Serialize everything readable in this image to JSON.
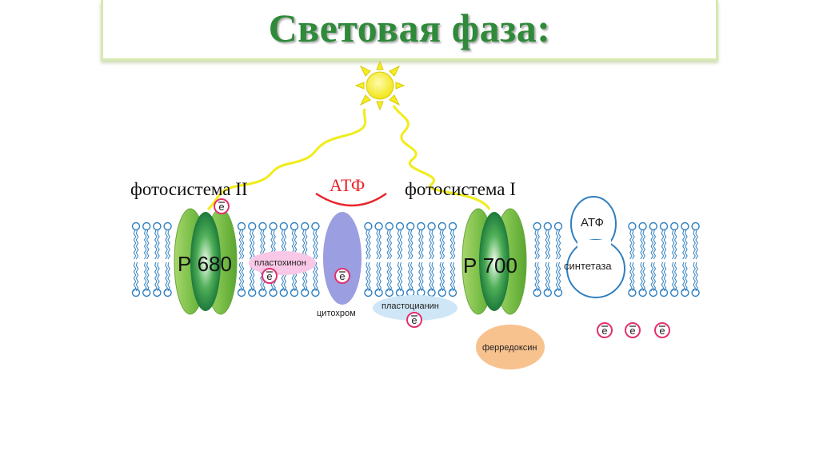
{
  "title": "Световая фаза:",
  "labels": {
    "ps2": "фотосистема II",
    "ps1": "фотосистема I",
    "atp_top": "АТФ",
    "p680": "Р 680",
    "p700": "Р 700",
    "plastoquinone": "пластохинон",
    "cytochrome": "цитохром",
    "plastocyanin": "пластоцианин",
    "ferredoxin": "ферредоксин",
    "synthase_atp": "АТФ",
    "synthase": "синтетаза",
    "electron": "e"
  },
  "colors": {
    "title": "#2f8a3a",
    "lipid": "#2f7fbf",
    "photosystem": "#7cc04a",
    "sun": "#f5ee1e",
    "light": "#f1ec1a",
    "atp_arc": "#e8242a",
    "cytochrome": "#9b9ee0",
    "plastoquinone": "#f8c8e6",
    "plastocyanin": "#cfe6f6",
    "ferredoxin": "#f7c28e",
    "electron_ring": "#e3306f"
  }
}
